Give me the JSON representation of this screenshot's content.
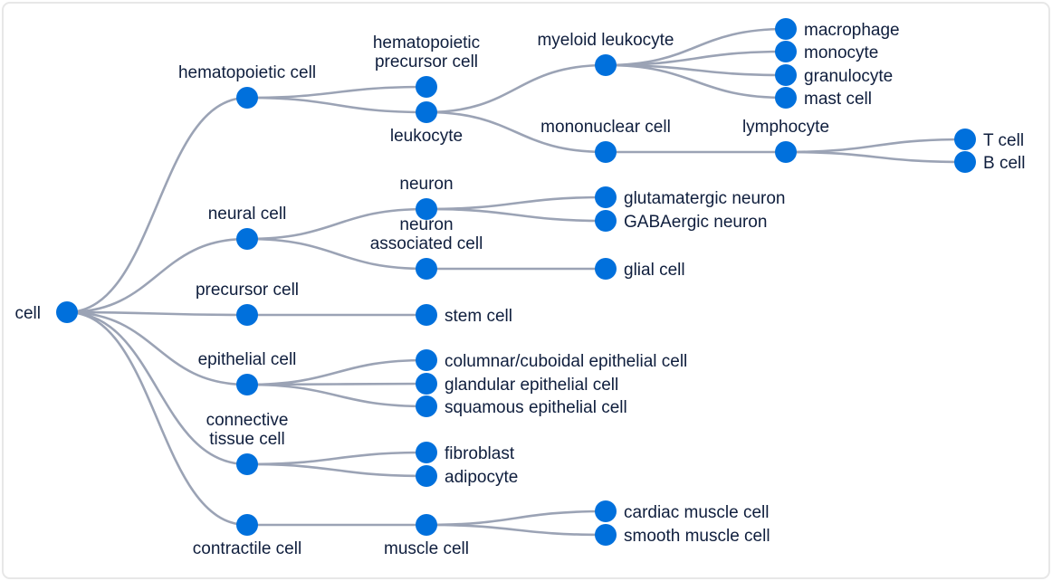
{
  "colors": {
    "node": "#0070dc",
    "edge": "#9ba3b5",
    "label": "#0f1e3d",
    "frame": "#e7e7e7"
  },
  "tree": {
    "nodes": [
      {
        "id": "cell",
        "label": [
          "cell"
        ],
        "level": 0,
        "row": 345,
        "label_pos": "left"
      },
      {
        "id": "hematopoietic-cell",
        "parent": "cell",
        "label": [
          "hematopoietic cell"
        ],
        "level": 1,
        "row": 108,
        "label_pos": "above"
      },
      {
        "id": "neural-cell",
        "parent": "cell",
        "label": [
          "neural cell"
        ],
        "level": 1,
        "row": 264,
        "label_pos": "above"
      },
      {
        "id": "precursor-cell",
        "parent": "cell",
        "label": [
          "precursor cell"
        ],
        "level": 1,
        "row": 348,
        "label_pos": "above"
      },
      {
        "id": "epithelial-cell",
        "parent": "cell",
        "label": [
          "epithelial cell"
        ],
        "level": 1,
        "row": 425,
        "label_pos": "above"
      },
      {
        "id": "connective-tissue-cell",
        "parent": "cell",
        "label": [
          "connective",
          "tissue cell"
        ],
        "level": 1,
        "row": 513,
        "label_pos": "above"
      },
      {
        "id": "contractile-cell",
        "parent": "cell",
        "label": [
          "contractile cell"
        ],
        "level": 1,
        "row": 580,
        "label_pos": "below"
      },
      {
        "id": "hematopoietic-precursor-cell",
        "parent": "hematopoietic-cell",
        "label": [
          "hematopoietic",
          "precursor cell"
        ],
        "level": 2,
        "row": 96,
        "label_pos": "above"
      },
      {
        "id": "leukocyte",
        "parent": "hematopoietic-cell",
        "label": [
          "leukocyte"
        ],
        "level": 2,
        "row": 124,
        "label_pos": "below"
      },
      {
        "id": "neuron",
        "parent": "neural-cell",
        "label": [
          "neuron"
        ],
        "level": 2,
        "row": 231,
        "label_pos": "above"
      },
      {
        "id": "neuron-associated-cell",
        "parent": "neural-cell",
        "label": [
          "neuron",
          "associated cell"
        ],
        "level": 2,
        "row": 297,
        "label_pos": "above"
      },
      {
        "id": "stem-cell",
        "parent": "precursor-cell",
        "label": [
          "stem cell"
        ],
        "level": 2,
        "row": 348,
        "label_pos": "right"
      },
      {
        "id": "columnar-cuboidal-epithelial-cell",
        "parent": "epithelial-cell",
        "label": [
          "columnar/cuboidal epithelial cell"
        ],
        "level": 2,
        "row": 398,
        "label_pos": "right"
      },
      {
        "id": "glandular-epithelial-cell",
        "parent": "epithelial-cell",
        "label": [
          "glandular epithelial cell"
        ],
        "level": 2,
        "row": 424,
        "label_pos": "right"
      },
      {
        "id": "squamous-epithelial-cell",
        "parent": "epithelial-cell",
        "label": [
          "squamous epithelial cell"
        ],
        "level": 2,
        "row": 449,
        "label_pos": "right"
      },
      {
        "id": "fibroblast",
        "parent": "connective-tissue-cell",
        "label": [
          "fibroblast"
        ],
        "level": 2,
        "row": 500,
        "label_pos": "right"
      },
      {
        "id": "adipocyte",
        "parent": "connective-tissue-cell",
        "label": [
          "adipocyte"
        ],
        "level": 2,
        "row": 526,
        "label_pos": "right"
      },
      {
        "id": "muscle-cell",
        "parent": "contractile-cell",
        "label": [
          "muscle cell"
        ],
        "level": 2,
        "row": 580,
        "label_pos": "below"
      },
      {
        "id": "myeloid-leukocyte",
        "parent": "leukocyte",
        "label": [
          "myeloid leukocyte"
        ],
        "level": 3,
        "row": 72,
        "label_pos": "above"
      },
      {
        "id": "mononuclear-cell",
        "parent": "leukocyte",
        "label": [
          "mononuclear cell"
        ],
        "level": 3,
        "row": 168,
        "label_pos": "above"
      },
      {
        "id": "glutamatergic-neuron",
        "parent": "neuron",
        "label": [
          "glutamatergic neuron"
        ],
        "level": 3,
        "row": 218,
        "label_pos": "right"
      },
      {
        "id": "gabaergic-neuron",
        "parent": "neuron",
        "label": [
          "GABAergic neuron"
        ],
        "level": 3,
        "row": 244,
        "label_pos": "right"
      },
      {
        "id": "glial-cell",
        "parent": "neuron-associated-cell",
        "label": [
          "glial cell"
        ],
        "level": 3,
        "row": 297,
        "label_pos": "right"
      },
      {
        "id": "cardiac-muscle-cell",
        "parent": "muscle-cell",
        "label": [
          "cardiac muscle cell"
        ],
        "level": 3,
        "row": 565,
        "label_pos": "right"
      },
      {
        "id": "smooth-muscle-cell",
        "parent": "muscle-cell",
        "label": [
          "smooth muscle cell"
        ],
        "level": 3,
        "row": 591,
        "label_pos": "right"
      },
      {
        "id": "macrophage",
        "parent": "myeloid-leukocyte",
        "label": [
          "macrophage"
        ],
        "level": 4,
        "row": 32,
        "label_pos": "right"
      },
      {
        "id": "monocyte",
        "parent": "myeloid-leukocyte",
        "label": [
          "monocyte"
        ],
        "level": 4,
        "row": 57,
        "label_pos": "right"
      },
      {
        "id": "granulocyte",
        "parent": "myeloid-leukocyte",
        "label": [
          "granulocyte"
        ],
        "level": 4,
        "row": 83,
        "label_pos": "right"
      },
      {
        "id": "mast-cell",
        "parent": "myeloid-leukocyte",
        "label": [
          "mast cell"
        ],
        "level": 4,
        "row": 108,
        "label_pos": "right"
      },
      {
        "id": "lymphocyte",
        "parent": "mononuclear-cell",
        "label": [
          "lymphocyte"
        ],
        "level": 4,
        "row": 168,
        "label_pos": "above"
      },
      {
        "id": "t-cell",
        "parent": "lymphocyte",
        "label": [
          "T cell"
        ],
        "level": 5,
        "row": 154,
        "label_pos": "right"
      },
      {
        "id": "b-cell",
        "parent": "lymphocyte",
        "label": [
          "B cell"
        ],
        "level": 5,
        "row": 179,
        "label_pos": "right"
      }
    ]
  }
}
